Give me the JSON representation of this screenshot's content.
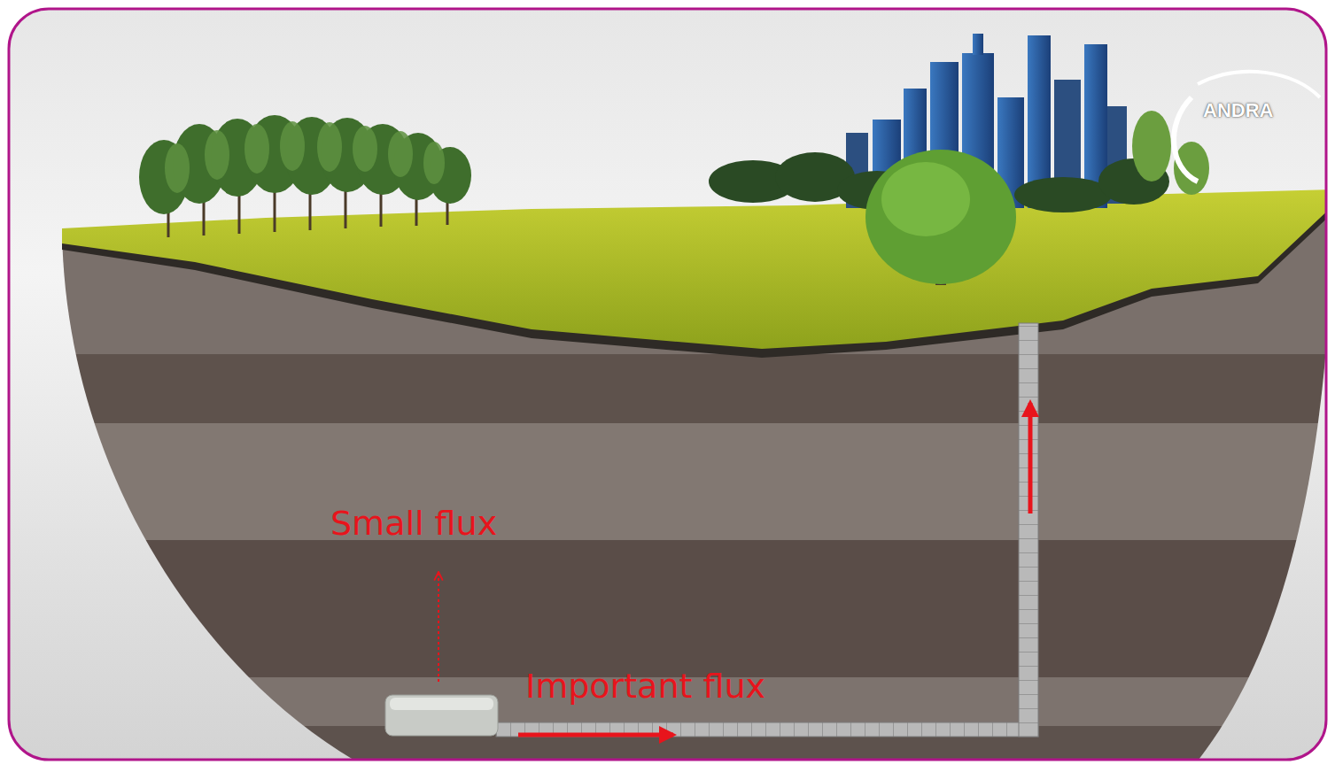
{
  "diagram": {
    "labels": [
      "Small flux",
      "Important flux",
      "ANDRA"
    ]
  }
}
